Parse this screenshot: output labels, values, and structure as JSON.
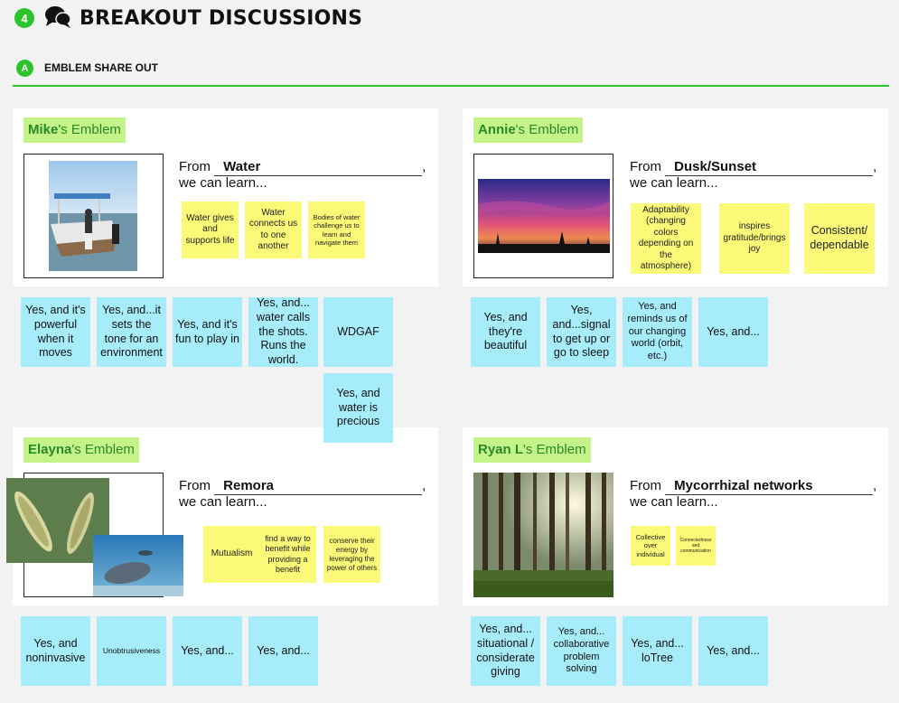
{
  "header": {
    "section_number": "4",
    "title": "BREAKOUT DISCUSSIONS",
    "sub_letter": "A",
    "sub_title": "EMBLEM SHARE OUT"
  },
  "common": {
    "possessive": "'s Emblem",
    "from": "From",
    "learn": "we can learn...",
    "comma": ","
  },
  "emblems": {
    "mike": {
      "name": "Mike",
      "topic": "Water",
      "notes": [
        "Water gives and supports life",
        "Water connects us to one another",
        "Bodies of water challenge us to learn and navigate them"
      ]
    },
    "annie": {
      "name": "Annie",
      "topic": "Dusk/Sunset",
      "notes": [
        "Adaptability (changing colors depending on the atmosphere)",
        "inspires gratitude/brings joy",
        "Consistent/ dependable"
      ]
    },
    "elayna": {
      "name": "Elayna",
      "topic": "Remora",
      "notes": [
        "Mutualism",
        "find a way to benefit while providing a benefit",
        "conserve their energy by leveraging the power of others"
      ]
    },
    "ryan": {
      "name": "Ryan L",
      "topic": "Mycorrhizal networks",
      "notes": [
        "Collective over individual",
        "Connectedness and communication"
      ]
    }
  },
  "responses": {
    "mike": [
      "Yes, and it's powerful when it moves",
      "Yes, and...it sets the tone for an environment",
      "Yes, and it's fun to play in",
      "Yes, and... water calls the shots. Runs the world.",
      "WDGAF",
      "Yes, and water is precious"
    ],
    "annie": [
      "Yes, and they're beautiful",
      "Yes, and...signal to get up or go to sleep",
      "Yes, and reminds us of our changing world (orbit, etc.)",
      "Yes, and..."
    ],
    "elayna": [
      "Yes, and noninvasive",
      "Unobtrusiveness",
      "Yes, and...",
      "Yes, and..."
    ],
    "ryan": [
      "Yes, and... situational / considerate giving",
      "Yes, and... collaborative problem solving",
      "Yes, and... loTree",
      "Yes, and..."
    ]
  },
  "colors": {
    "accent_green": "#2bc42b",
    "name_tag": "#c6f28a",
    "yellow_note": "#fbf978",
    "blue_sticky": "#a6ecfb"
  }
}
